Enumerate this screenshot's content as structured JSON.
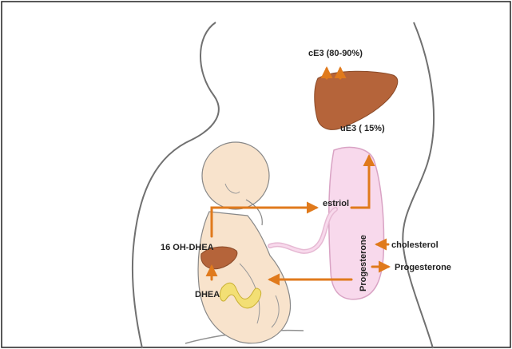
{
  "labels": {
    "ce3": "cE3 (80-90%)",
    "ue3": "uE3 ( 15%)",
    "estriol": "estriol",
    "oh_dhea": "16 OH-DHEA",
    "dhea": "DHEA",
    "cholesterol": "cholesterol",
    "progesterone_out": "Progesterone",
    "progesterone_placenta": "Progesterone"
  },
  "colors": {
    "arrow": "#e07a1c",
    "liver": "#b5643a",
    "placenta": "#f8d9ec",
    "fetus_skin": "#f8e3cc",
    "outline": "#6b6b6b",
    "adrenal": "#f3df74"
  }
}
